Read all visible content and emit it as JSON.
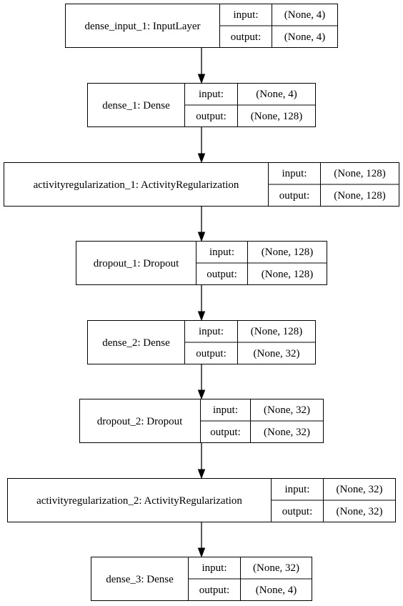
{
  "diagram": {
    "nodes": [
      {
        "name": "dense_input_1: InputLayer",
        "input": "(None, 4)",
        "output": "(None, 4)"
      },
      {
        "name": "dense_1: Dense",
        "input": "(None, 4)",
        "output": "(None, 128)"
      },
      {
        "name": "activityregularization_1: ActivityRegularization",
        "input": "(None, 128)",
        "output": "(None, 128)"
      },
      {
        "name": "dropout_1: Dropout",
        "input": "(None, 128)",
        "output": "(None, 128)"
      },
      {
        "name": "dense_2: Dense",
        "input": "(None, 128)",
        "output": "(None, 32)"
      },
      {
        "name": "dropout_2: Dropout",
        "input": "(None, 32)",
        "output": "(None, 32)"
      },
      {
        "name": "activityregularization_2: ActivityRegularization",
        "input": "(None, 32)",
        "output": "(None, 32)"
      },
      {
        "name": "dense_3: Dense",
        "input": "(None, 32)",
        "output": "(None, 4)"
      }
    ],
    "labels": {
      "input": "input:",
      "output": "output:"
    }
  }
}
